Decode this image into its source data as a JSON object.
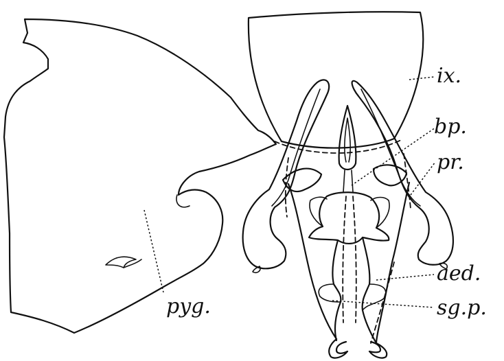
{
  "labels": {
    "ix": "ix.",
    "bp": "bp.",
    "pr": "pr.",
    "aed": "aed.",
    "sgp": "sg.p.",
    "pyg": "pyg."
  }
}
